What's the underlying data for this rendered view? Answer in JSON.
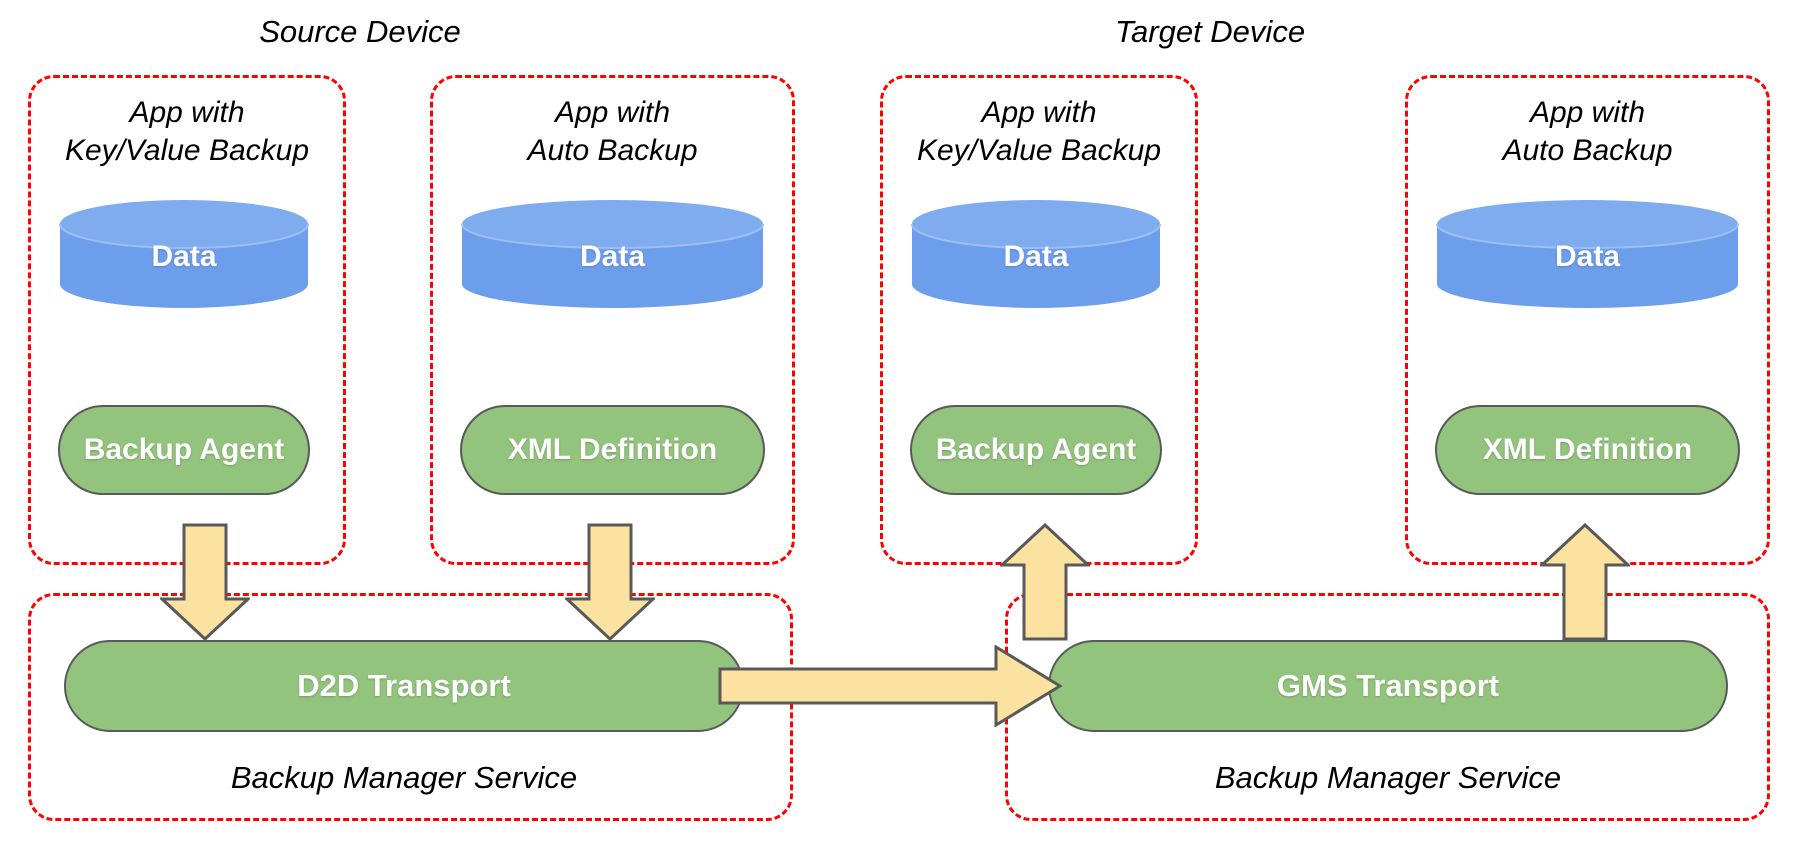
{
  "diagram": {
    "title_source": "Source Device",
    "title_target": "Target Device",
    "colors": {
      "group_border": "#FF0000",
      "cylinder_fill": "#6D9EEB",
      "cylinder_top": "#7FACEF",
      "pill_fill": "#93C47D",
      "pill_border": "#595959",
      "arrow_fill": "#FCE2A0",
      "arrow_border": "#595959",
      "text": "#000000",
      "shape_text": "#FFFFFF",
      "background": "#FFFFFF"
    },
    "devices": [
      {
        "name": "Source Device",
        "apps": [
          {
            "caption": "App with\nKey/Value Backup",
            "data_label": "Data",
            "component_label": "Backup Agent"
          },
          {
            "caption": "App with\nAuto Backup",
            "data_label": "Data",
            "component_label": "XML Definition"
          }
        ],
        "service": {
          "caption": "Backup Manager Service",
          "transport_label": "D2D Transport"
        }
      },
      {
        "name": "Target Device",
        "apps": [
          {
            "caption": "App with\nKey/Value Backup",
            "data_label": "Data",
            "component_label": "Backup Agent"
          },
          {
            "caption": "App with\nAuto Backup",
            "data_label": "Data",
            "component_label": "XML Definition"
          }
        ],
        "service": {
          "caption": "Backup Manager Service",
          "transport_label": "GMS Transport"
        }
      }
    ],
    "arrows": [
      {
        "name": "backup-agent-to-d2d-arrow",
        "direction": "down"
      },
      {
        "name": "xml-definition-to-d2d-arrow",
        "direction": "down"
      },
      {
        "name": "d2d-to-gms-arrow",
        "direction": "right"
      },
      {
        "name": "gms-to-backup-agent-arrow",
        "direction": "up"
      },
      {
        "name": "gms-to-xml-definition-arrow",
        "direction": "up"
      }
    ]
  }
}
